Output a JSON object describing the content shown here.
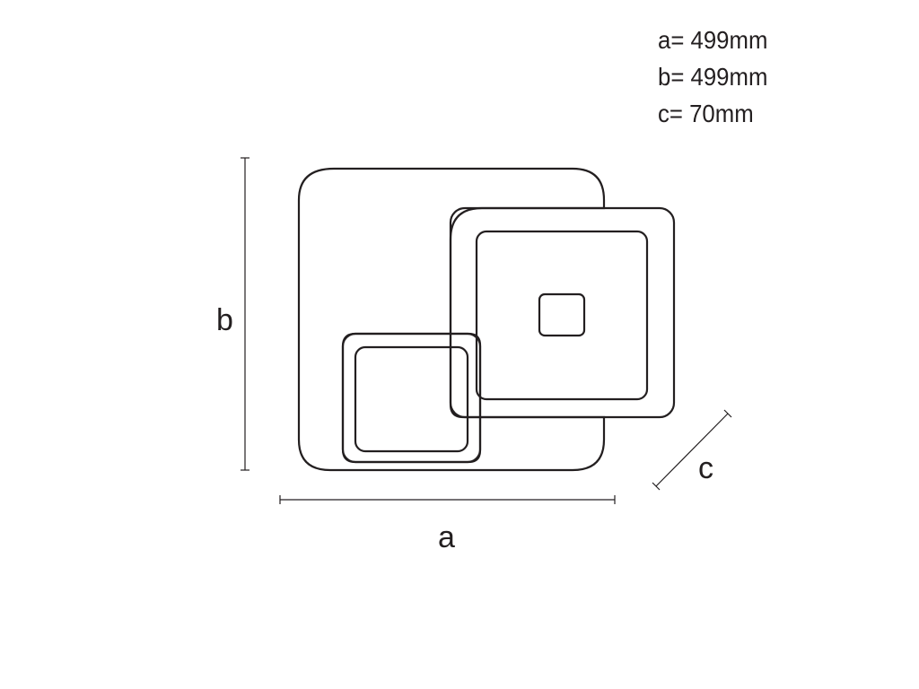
{
  "dimensions": {
    "a": "a= 499mm",
    "b": "b= 499mm",
    "c": "c= 70mm"
  },
  "labels": {
    "a": "a",
    "b": "b",
    "c": "c"
  }
}
